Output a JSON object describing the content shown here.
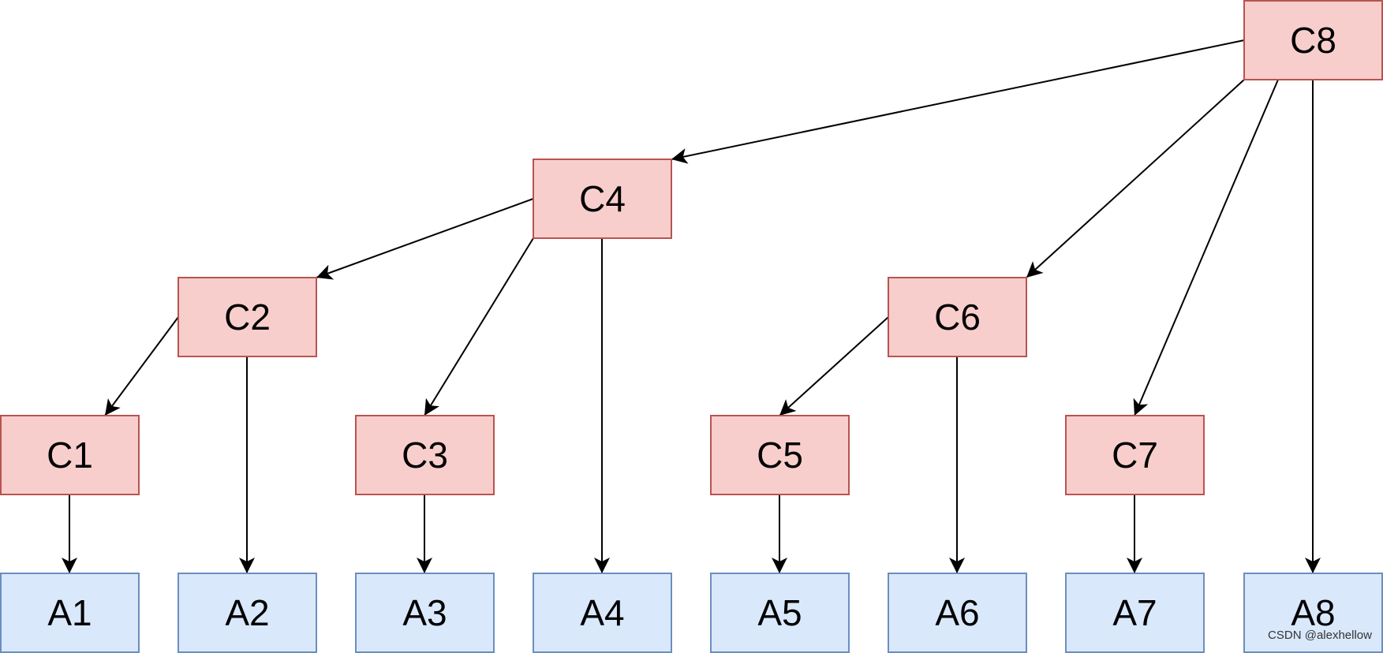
{
  "colors": {
    "c_fill": "#f8cecc",
    "c_stroke": "#b85450",
    "a_fill": "#dae8fc",
    "a_stroke": "#6c8ebf",
    "edge": "#000000"
  },
  "nodes": [
    {
      "id": "C8",
      "label": "C8",
      "kind": "c"
    },
    {
      "id": "C4",
      "label": "C4",
      "kind": "c"
    },
    {
      "id": "C2",
      "label": "C2",
      "kind": "c"
    },
    {
      "id": "C6",
      "label": "C6",
      "kind": "c"
    },
    {
      "id": "C1",
      "label": "C1",
      "kind": "c"
    },
    {
      "id": "C3",
      "label": "C3",
      "kind": "c"
    },
    {
      "id": "C5",
      "label": "C5",
      "kind": "c"
    },
    {
      "id": "C7",
      "label": "C7",
      "kind": "c"
    },
    {
      "id": "A1",
      "label": "A1",
      "kind": "a"
    },
    {
      "id": "A2",
      "label": "A2",
      "kind": "a"
    },
    {
      "id": "A3",
      "label": "A3",
      "kind": "a"
    },
    {
      "id": "A4",
      "label": "A4",
      "kind": "a"
    },
    {
      "id": "A5",
      "label": "A5",
      "kind": "a"
    },
    {
      "id": "A6",
      "label": "A6",
      "kind": "a"
    },
    {
      "id": "A7",
      "label": "A7",
      "kind": "a"
    },
    {
      "id": "A8",
      "label": "A8",
      "kind": "a"
    }
  ],
  "edges": [
    {
      "from": "C8",
      "to": "C4"
    },
    {
      "from": "C8",
      "to": "C6"
    },
    {
      "from": "C8",
      "to": "C7"
    },
    {
      "from": "C8",
      "to": "A8"
    },
    {
      "from": "C4",
      "to": "C2"
    },
    {
      "from": "C4",
      "to": "C3"
    },
    {
      "from": "C4",
      "to": "A4"
    },
    {
      "from": "C2",
      "to": "C1"
    },
    {
      "from": "C2",
      "to": "A2"
    },
    {
      "from": "C6",
      "to": "C5"
    },
    {
      "from": "C6",
      "to": "A6"
    },
    {
      "from": "C1",
      "to": "A1"
    },
    {
      "from": "C3",
      "to": "A3"
    },
    {
      "from": "C5",
      "to": "A5"
    },
    {
      "from": "C7",
      "to": "A7"
    }
  ],
  "watermark": "CSDN @alexhellow"
}
